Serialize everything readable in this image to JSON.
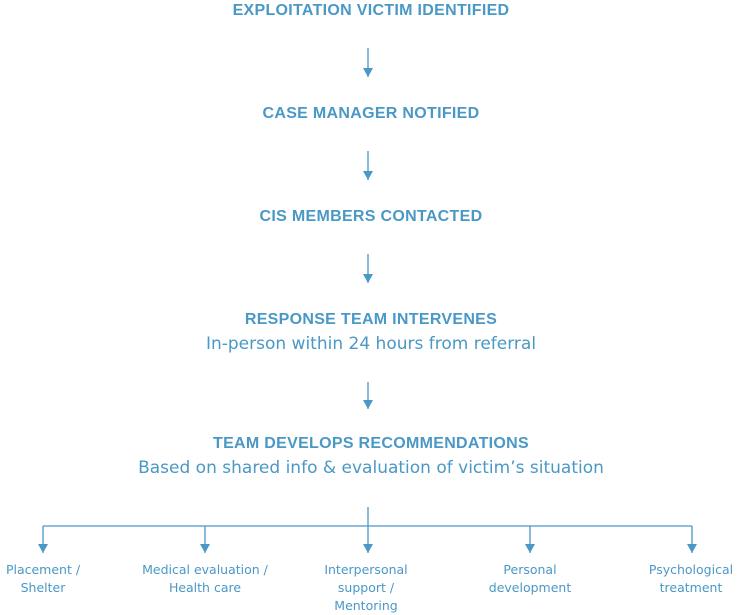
{
  "flow": {
    "steps": [
      {
        "title": "EXPLOITATION VICTIM IDENTIFIED",
        "subtitle": ""
      },
      {
        "title": "CASE MANAGER NOTIFIED",
        "subtitle": ""
      },
      {
        "title": "CIS MEMBERS CONTACTED",
        "subtitle": ""
      },
      {
        "title": "RESPONSE TEAM INTERVENES",
        "subtitle": "In-person within 24 hours from referral"
      },
      {
        "title": "TEAM DEVELOPS RECOMMENDATIONS",
        "subtitle": "Based on shared info & evaluation of victim’s situation"
      }
    ],
    "outcomes": [
      {
        "lines": [
          "Placement /",
          "Shelter"
        ]
      },
      {
        "lines": [
          "Medical evaluation /",
          "Health care"
        ]
      },
      {
        "lines": [
          "Interpersonal",
          "support /",
          "Mentoring"
        ]
      },
      {
        "lines": [
          "Personal",
          "development"
        ]
      },
      {
        "lines": [
          "Psychological",
          "treatment"
        ]
      }
    ]
  },
  "colors": {
    "accent": "#4a98c6"
  }
}
